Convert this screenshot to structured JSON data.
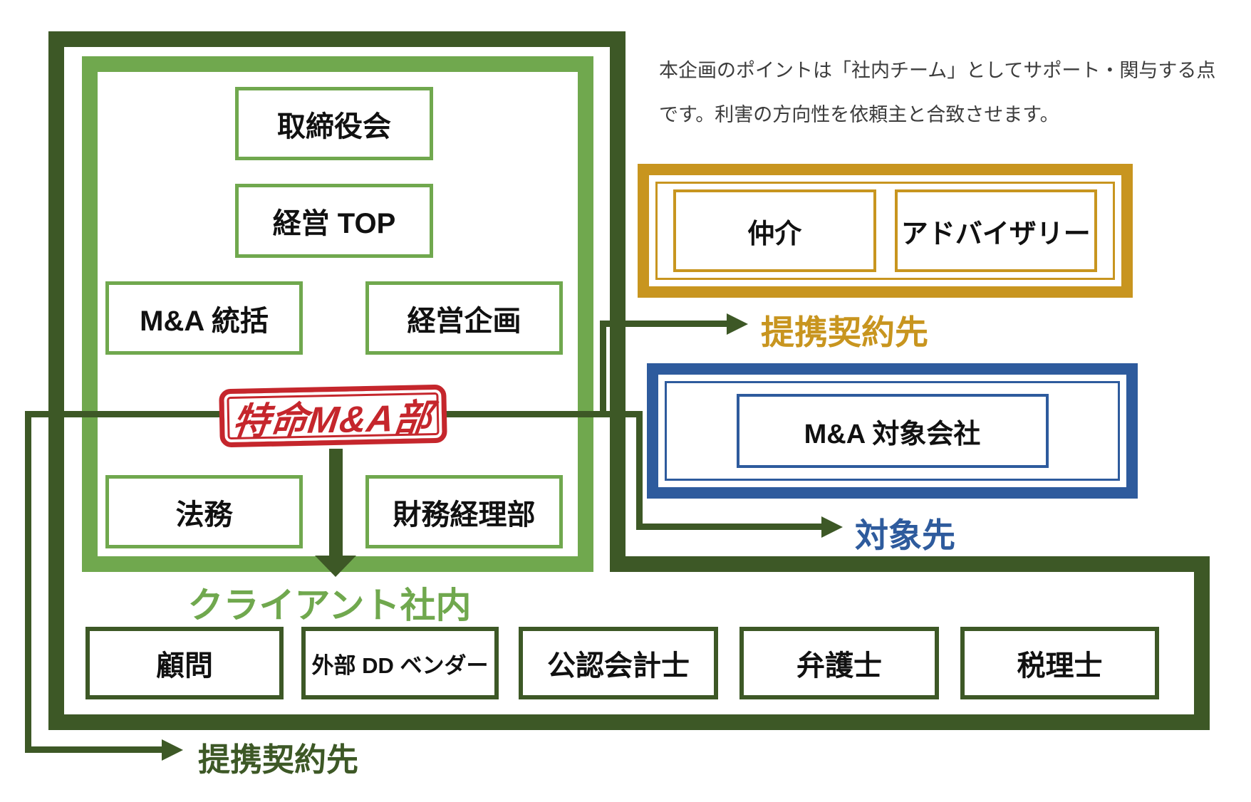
{
  "annotation": {
    "line1": "本企画のポイントは「社内チーム」としてサポート・関与する点",
    "line2": "です。利害の方向性を依頼主と合致させます。"
  },
  "client_area": {
    "label": "クライアント社内",
    "stamp_label": "特命M&A部",
    "boxes": [
      {
        "label": "取締役会"
      },
      {
        "label": "経営 TOP"
      },
      {
        "label": "M&A 統括"
      },
      {
        "label": "経営企画"
      },
      {
        "label": "法務"
      },
      {
        "label": "財務経理部"
      }
    ]
  },
  "partner_panel": {
    "boxes": [
      {
        "label": "仲介"
      },
      {
        "label": "アドバイザリー"
      }
    ],
    "caption": "提携契約先"
  },
  "target_panel": {
    "box_label": "M&A 対象会社",
    "caption": "対象先"
  },
  "external_row": [
    {
      "label": "顧問"
    },
    {
      "label": "外部 DD ベンダー"
    },
    {
      "label": "公認会計士"
    },
    {
      "label": "弁護士"
    },
    {
      "label": "税理士"
    }
  ],
  "bottom_caption": "提携契約先",
  "colors": {
    "dark_green": "#3d5826",
    "light_green": "#70a84e",
    "gold": "#c8951f",
    "blue": "#2e5b9d",
    "stamp_red": "#c5262c"
  }
}
